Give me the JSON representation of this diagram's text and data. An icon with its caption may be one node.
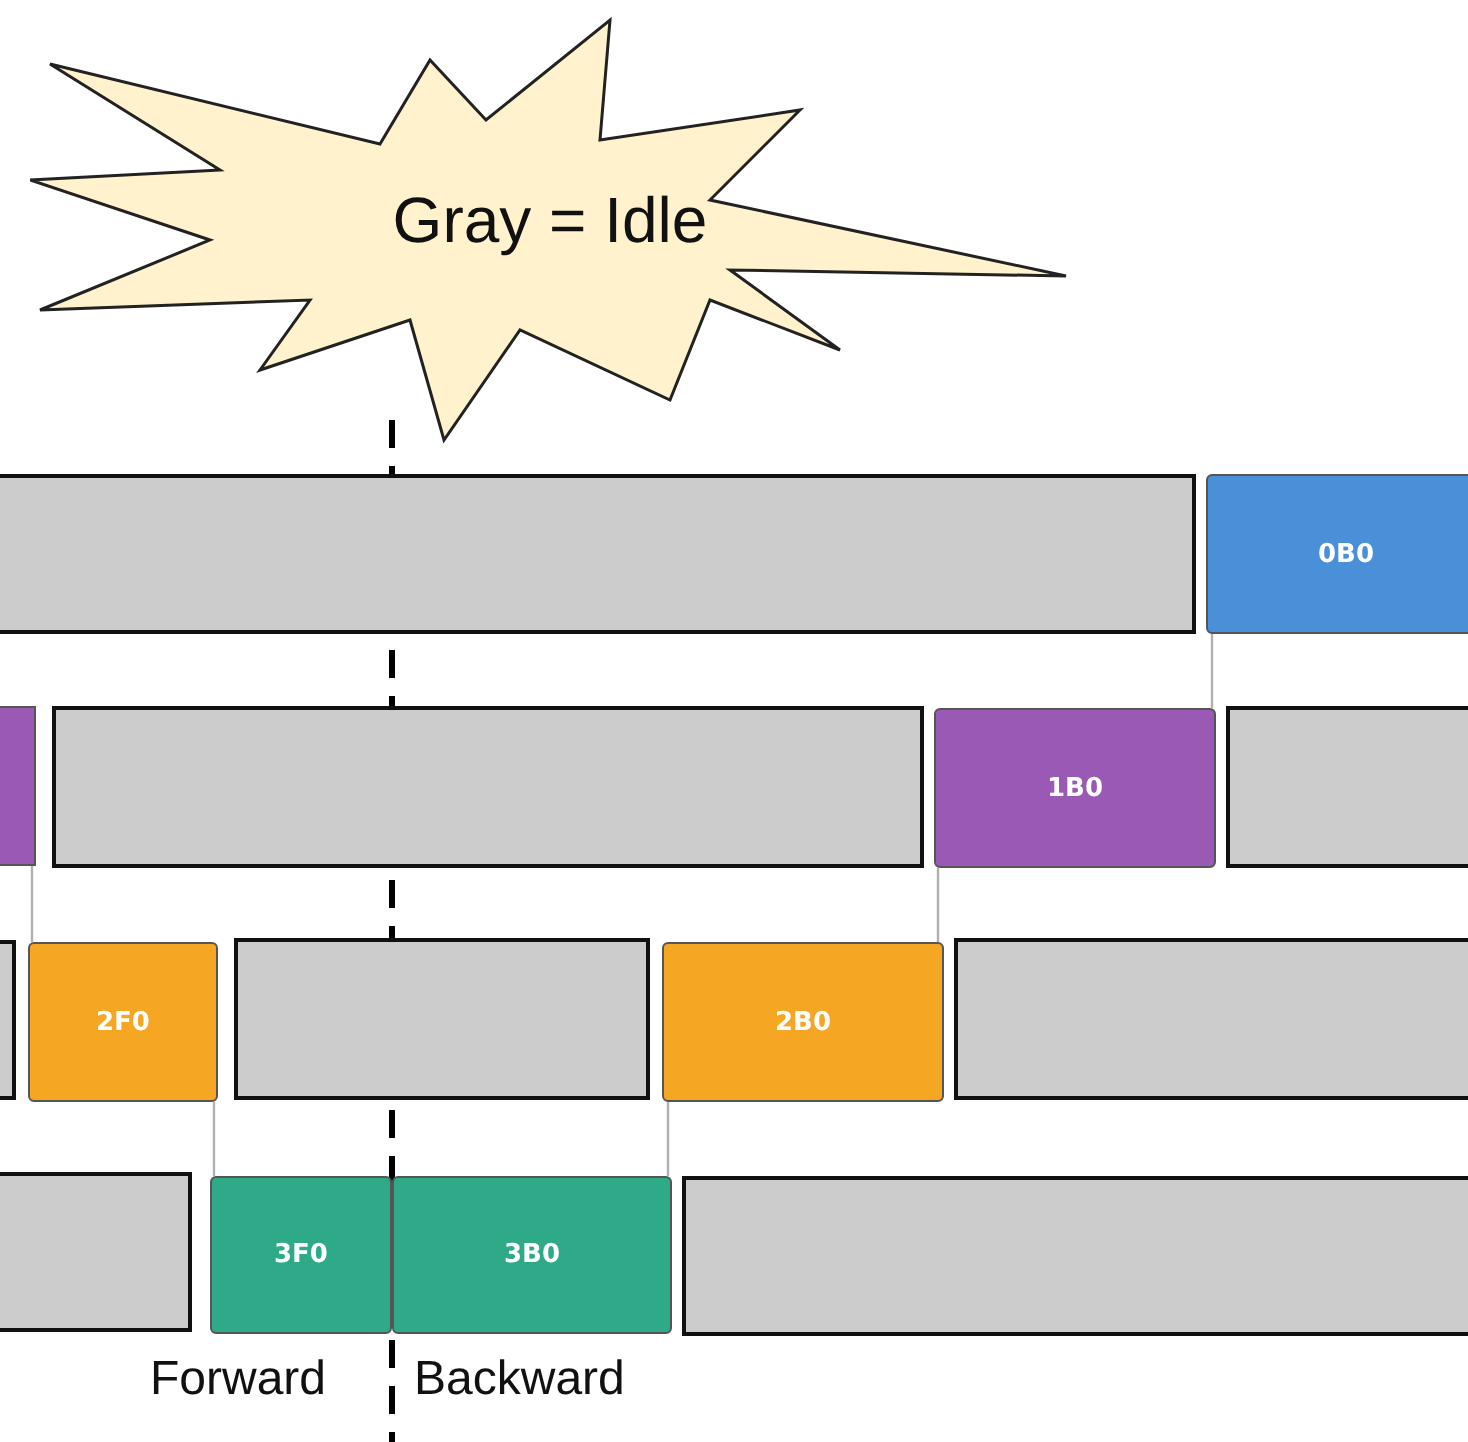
{
  "diagram": {
    "nodes": [
      {
        "text": [
          "Gray = Idle"
        ]
      },
      {
        "text": [],
        "shape": "box"
      },
      {
        "text": [
          "0B0"
        ]
      },
      {
        "text": [],
        "shape": "box"
      },
      {
        "text": [],
        "shape": "box"
      },
      {
        "text": [
          "1B0"
        ]
      },
      {
        "text": [],
        "shape": "box"
      },
      {
        "text": [],
        "shape": "box"
      },
      {
        "text": [
          "2F0"
        ]
      },
      {
        "text": [],
        "shape": "box"
      },
      {
        "text": [
          "2B0"
        ]
      },
      {
        "text": [],
        "shape": "box"
      },
      {
        "text": [],
        "shape": "box"
      },
      {
        "text": [
          "3F0"
        ]
      },
      {
        "text": [
          "3B0"
        ]
      },
      {
        "text": [],
        "shape": "box"
      }
    ],
    "edges": [
      {
        "from": 3,
        "to": 8,
        "arrow": "none"
      },
      {
        "from": 8,
        "to": 13,
        "arrow": "none"
      },
      {
        "from": 14,
        "to": 10,
        "arrow": "none"
      },
      {
        "from": 10,
        "to": 5,
        "arrow": "none"
      },
      {
        "from": 5,
        "to": 2,
        "arrow": "none"
      }
    ],
    "labels": [
      "Forward",
      "Backward"
    ]
  }
}
